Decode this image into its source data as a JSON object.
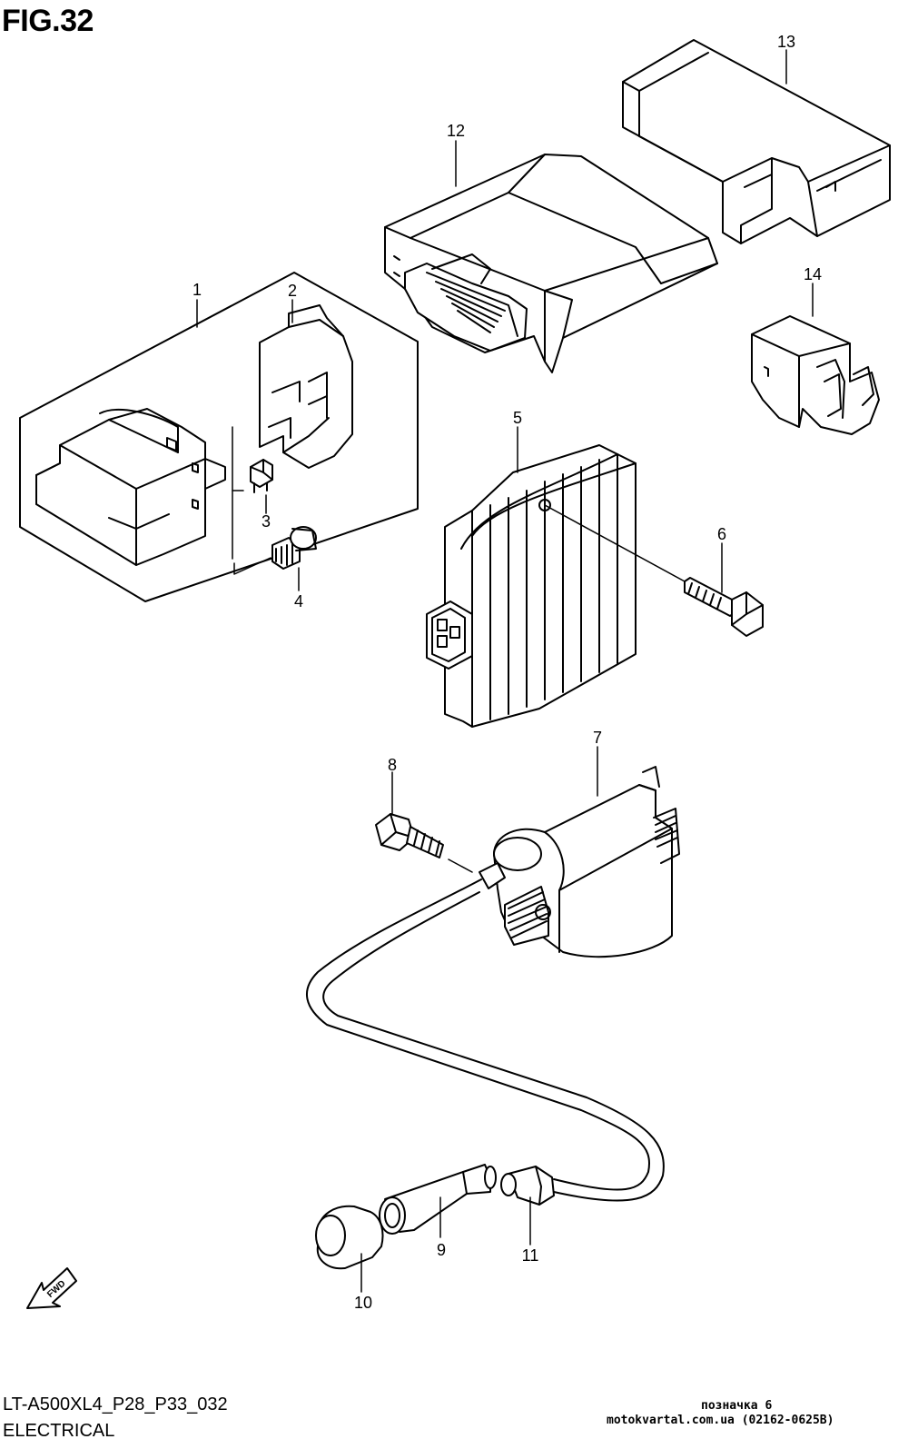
{
  "figure": {
    "title": "FIG.32"
  },
  "callouts": [
    {
      "id": "1",
      "label": "1"
    },
    {
      "id": "2",
      "label": "2"
    },
    {
      "id": "3",
      "label": "3"
    },
    {
      "id": "4",
      "label": "4"
    },
    {
      "id": "5",
      "label": "5"
    },
    {
      "id": "6",
      "label": "6"
    },
    {
      "id": "7",
      "label": "7"
    },
    {
      "id": "8",
      "label": "8"
    },
    {
      "id": "9",
      "label": "9"
    },
    {
      "id": "10",
      "label": "10"
    },
    {
      "id": "11",
      "label": "11"
    },
    {
      "id": "12",
      "label": "12"
    },
    {
      "id": "13",
      "label": "13"
    },
    {
      "id": "14",
      "label": "14"
    }
  ],
  "fwd_arrow": {
    "label": "FWD"
  },
  "footer": {
    "model_code": "LT-A500XL4_P28_P33_032",
    "section": "ELECTRICAL",
    "watermark_line1": "позначка 6",
    "watermark_line2": "motokvartal.com.ua (02162-0625B)"
  }
}
